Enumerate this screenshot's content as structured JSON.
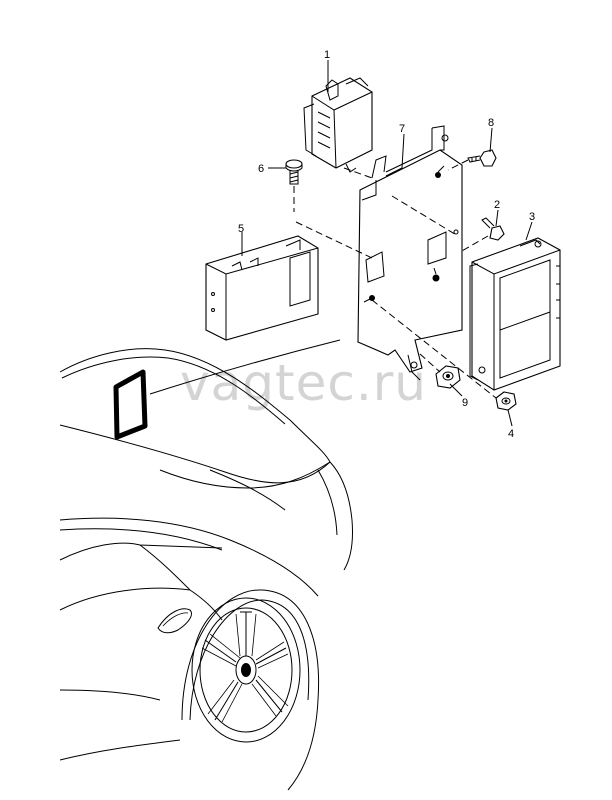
{
  "watermark": "vagtec.ru",
  "callouts": [
    {
      "id": "1",
      "label": "1"
    },
    {
      "id": "2",
      "label": "2"
    },
    {
      "id": "3",
      "label": "3"
    },
    {
      "id": "4",
      "label": "4"
    },
    {
      "id": "5",
      "label": "5"
    },
    {
      "id": "6",
      "label": "6"
    },
    {
      "id": "7",
      "label": "7"
    },
    {
      "id": "8",
      "label": "8"
    },
    {
      "id": "9",
      "label": "9"
    }
  ]
}
